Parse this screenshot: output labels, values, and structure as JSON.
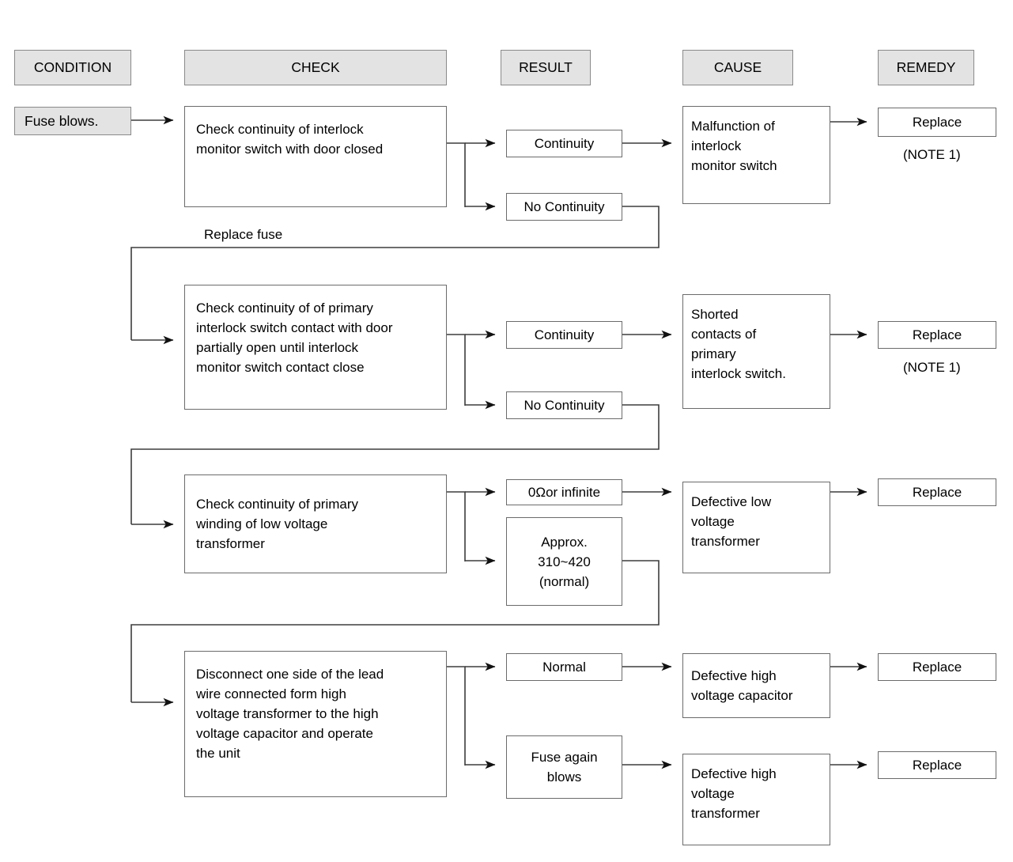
{
  "headers": [
    {
      "label": "CONDITION"
    },
    {
      "label": "CHECK"
    },
    {
      "label": "RESULT"
    },
    {
      "label": "CAUSE"
    },
    {
      "label": "REMEDY"
    }
  ],
  "condition": {
    "label": "Fuse blows."
  },
  "feedback_label": {
    "label": "Replace fuse"
  },
  "rows": [
    {
      "check": [
        "Check continuity of interlock",
        "monitor switch with door closed"
      ],
      "branches": [
        {
          "result": [
            "Continuity"
          ],
          "cause": [
            "Malfunction of",
            "interlock",
            "monitor switch"
          ],
          "remedy": "Replace",
          "remedy_note": "(NOTE 1)"
        },
        {
          "result": [
            "No Continuity"
          ],
          "cause": null,
          "remedy": null,
          "remedy_note": null
        }
      ]
    },
    {
      "check": [
        "Check continuity of of primary",
        "interlock switch contact with door",
        "partially open until interlock",
        "monitor switch contact close"
      ],
      "branches": [
        {
          "result": [
            "Continuity"
          ],
          "cause": [
            "Shorted",
            "contacts of",
            "primary",
            "interlock switch."
          ],
          "remedy": "Replace",
          "remedy_note": "(NOTE 1)"
        },
        {
          "result": [
            "No Continuity"
          ],
          "cause": null,
          "remedy": null,
          "remedy_note": null
        }
      ]
    },
    {
      "check": [
        "Check continuity of primary",
        "winding of low voltage",
        "transformer"
      ],
      "branches": [
        {
          "result": [
            "0Ωor infinite"
          ],
          "cause": [
            "Defective low",
            "voltage",
            "transformer"
          ],
          "remedy": "Replace",
          "remedy_note": null
        },
        {
          "result": [
            "Approx.",
            "310~420",
            "(normal)"
          ],
          "cause": null,
          "remedy": null,
          "remedy_note": null
        }
      ]
    },
    {
      "check": [
        "Disconnect one side of the lead",
        "wire connected form high",
        "voltage transformer to the high",
        "voltage capacitor and operate",
        "the unit"
      ],
      "branches": [
        {
          "result": [
            "Normal"
          ],
          "cause": [
            "Defective high",
            "voltage capacitor"
          ],
          "remedy": "Replace",
          "remedy_note": null
        },
        {
          "result": [
            "Fuse again",
            "blows"
          ],
          "cause": [
            "Defective high",
            "voltage",
            "transformer"
          ],
          "remedy": "Replace",
          "remedy_note": null
        }
      ]
    }
  ],
  "colors": {
    "header_fill": "#e3e3e3",
    "box_stroke": "#6b6b6b",
    "wire": "#3d3d3d",
    "text": "#000000",
    "page": "#ffffff"
  }
}
